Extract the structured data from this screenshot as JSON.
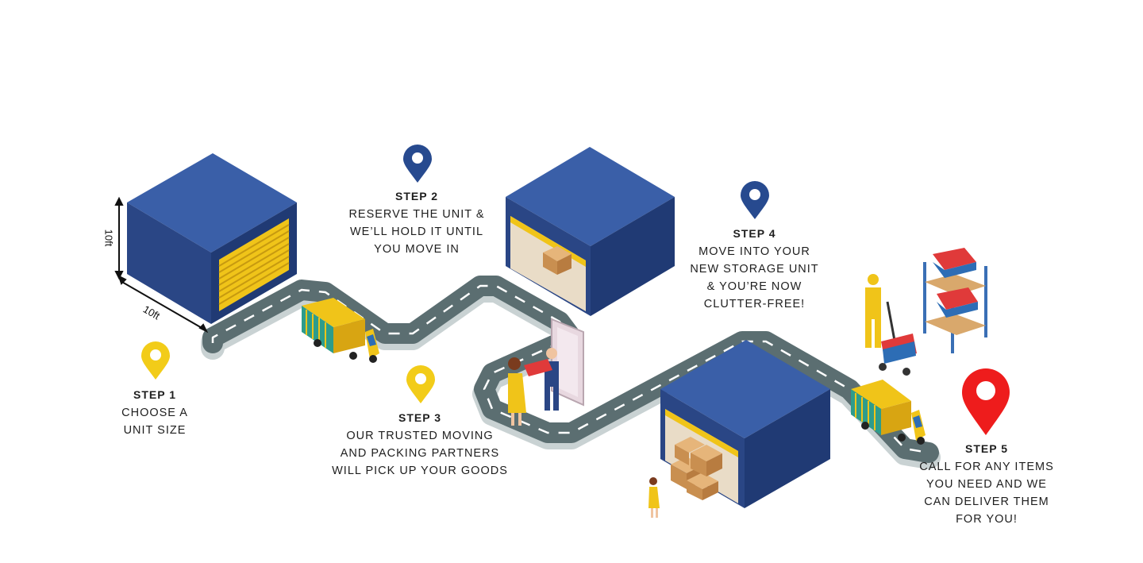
{
  "colors": {
    "unit_top": "#3a5fa8",
    "unit_left": "#2a4685",
    "unit_right": "#203a74",
    "door": "#f0c419",
    "road": "#5b6e71",
    "road_edge": "#c9d2d3",
    "pin_yellow": "#f2cc19",
    "pin_blue": "#274a8f",
    "pin_red": "#ee1c1c",
    "truck": "#e8b51c",
    "box": "#d9a86c"
  },
  "dimensions": {
    "height_label": "10ft",
    "width_label": "10ft"
  },
  "steps": [
    {
      "title": "STEP 1",
      "lines": [
        "CHOOSE A",
        "UNIT SIZE"
      ],
      "pin": "pin_yellow"
    },
    {
      "title": "STEP 2",
      "lines": [
        "RESERVE THE UNIT &",
        "WE’LL HOLD IT UNTIL",
        "YOU MOVE IN"
      ],
      "pin": "pin_blue"
    },
    {
      "title": "STEP 3",
      "lines": [
        "OUR TRUSTED MOVING",
        "AND PACKING PARTNERS",
        "WILL PICK UP YOUR GOODS"
      ],
      "pin": "pin_yellow"
    },
    {
      "title": "STEP 4",
      "lines": [
        "MOVE INTO YOUR",
        "NEW STORAGE UNIT",
        "& YOU’RE NOW",
        "CLUTTER-FREE!"
      ],
      "pin": "pin_blue"
    },
    {
      "title": "STEP 5",
      "lines": [
        "CALL FOR ANY ITEMS",
        "YOU NEED AND WE",
        "CAN DELIVER THEM",
        "FOR YOU!"
      ],
      "pin": "pin_red"
    }
  ]
}
